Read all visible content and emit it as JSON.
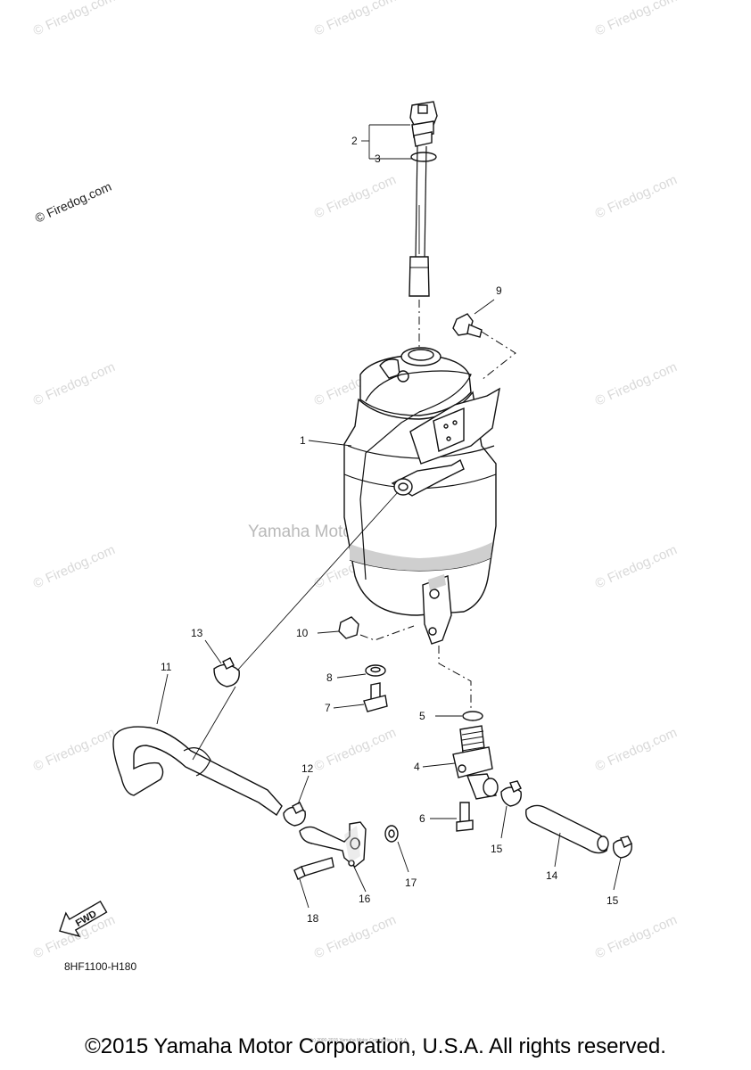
{
  "watermark": "© Firedog.com",
  "center_watermark": "Yamaha Motor Corp, U.S.A.",
  "diagram_code": "8HF1100-H180",
  "fwd_label": "FWD",
  "tiny_print": "(c) 2000-2015 Yamaha Motor Corporation, U.S.A.",
  "copyright": "©2015 Yamaha Motor Corporation, U.S.A. All rights reserved.",
  "callouts": {
    "c1": "1",
    "c2": "2",
    "c3": "3",
    "c4": "4",
    "c5": "5",
    "c6": "6",
    "c7": "7",
    "c8": "8",
    "c9": "9",
    "c10": "10",
    "c11": "11",
    "c12": "12",
    "c13": "13",
    "c14": "14",
    "c15a": "15",
    "c15b": "15",
    "c16": "16",
    "c17": "17",
    "c18": "18"
  }
}
